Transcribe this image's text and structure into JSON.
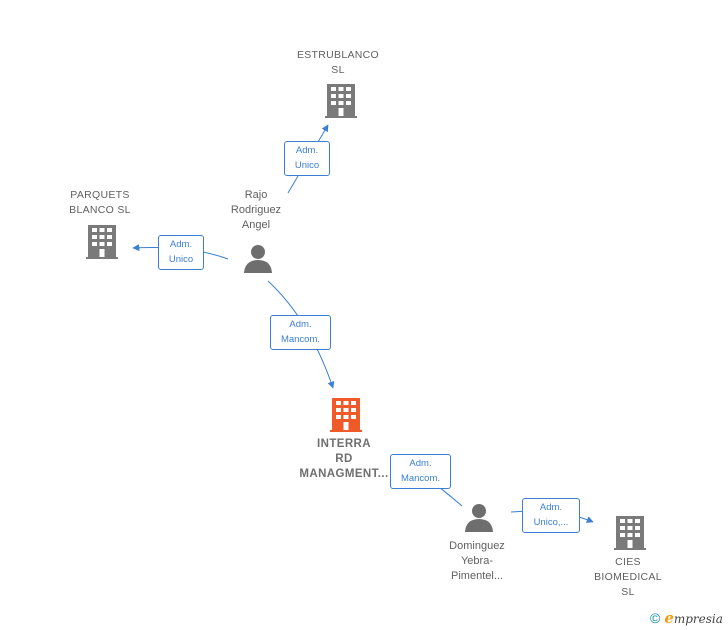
{
  "colors": {
    "edge": "#3b7fd4",
    "company_icon": "#7a7a7a",
    "focus_company_icon": "#f05a28",
    "person_icon": "#6e6e6e"
  },
  "nodes": {
    "estrublanco": "ESTRUBLANCO\nSL",
    "parquets": "PARQUETS\nBLANCO  SL",
    "rajo": "Rajo\nRodriguez\nAngel",
    "interra": "INTERRA\nRD\nMANAGMENT...",
    "dominguez": "Dominguez\nYebra-\nPimentel...",
    "cies": "CIES\nBIOMEDICAL\nSL"
  },
  "edges": {
    "rajo_estrublanco": "Adm.\nUnico",
    "rajo_parquets": "Adm.\nUnico",
    "rajo_interra": "Adm.\nMancom.",
    "dominguez_interra": "Adm.\nMancom.",
    "dominguez_cies": "Adm.\nUnico,..."
  },
  "footer": {
    "copyright_symbol": "©",
    "brand_initial": "e",
    "brand_rest": "mpresia"
  }
}
